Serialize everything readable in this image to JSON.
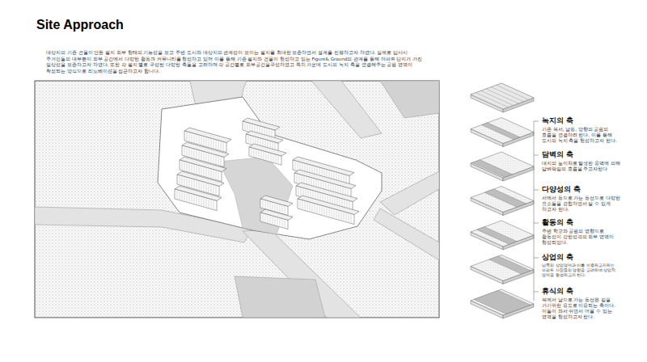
{
  "diagram": {
    "title": "Site Approach",
    "labels": [
      "대상지의 기존 건물이 만든 필지 외부 형태의 기능성을 보고 주변 도시와 대상지의 관계성이 보이는 필지를 최대한 보존하면서 설계를 진행하고자 하였다. 실제로 답사시 주거인들의 대부분이 외부 공간에서 다양한 활동과 커뮤니티를 형성하고 있어 이를 통해 기존 필지와 건물이 형성하고 있는 Figure& Ground의 관계를 통해 아파트 단지가 가진 일상성을 보존하고자 하였다. 또한 각 필지 별로 구성된 다양한 축들을 고려하여 각 공간별로 외부공간을구성하였고 특히 가운데 도시의 녹지 축을 연결해주는 공원 영역이 확정되는 방식으로 리노베이션을 접근하고자 합니다.",
      "녹지의 축",
      "기존 북서, 남동, 방향의 공원의 흐름을 연결하려 한다. 이를 통해 도시의 녹지 축을 형성하고자 한다.",
      "담벽의 축",
      "대지의 높이차로 발생한 옹벽에 의해 담벼락길의 흐름을 주고자한다",
      "다양성의 축",
      "서에서 동으로 가는 동선으로 다양한 요소들을 경험하면서 살 수 있게 하고자 한다.",
      "활동의 축",
      "주변 학교와 공원의 영향으로 활동성이 강한성격의 외부 영역이 형성되었다.",
      "상업의 축",
      "남쪽의 상업영역과 이를 이용하고자하는 아파트 사람들의 영향을 고려하여 상업적 영역을 형성하고자 한다.",
      "휴식의 축",
      "북에서 남으로 가는 동선은 길을 가기위한 용도로 이용되는 축이다. 이들이 와서 쉬면서 머물 수 있는 영역을 형성하고자 한다."
    ]
  }
}
